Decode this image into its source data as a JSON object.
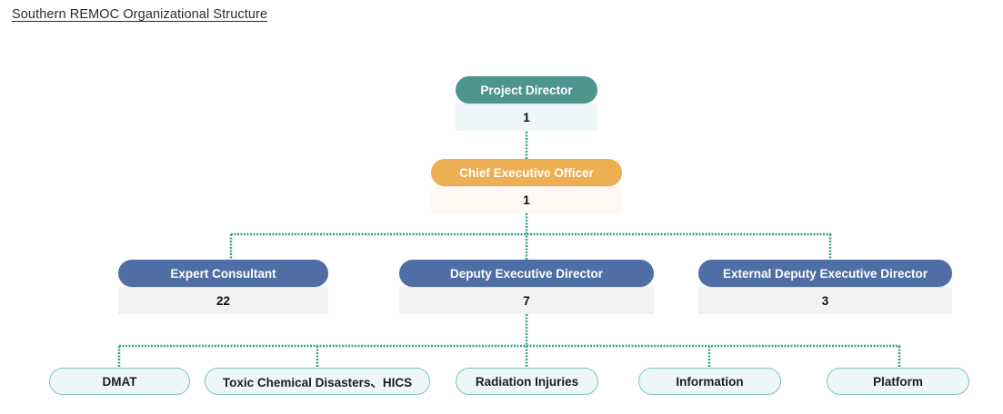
{
  "title": "Southern REMOC Organizational Structure",
  "colors": {
    "connector": "#3a9e8c",
    "project_director": "#4f958f",
    "chief_executive": "#eeae52",
    "level3": "#4f6ea5",
    "leaf_border": "#7fc3b7",
    "leaf_fill": "#edf7f7"
  },
  "org": {
    "project_director": {
      "title": "Project Director",
      "count": "1"
    },
    "chief_executive_officer": {
      "title": "Chief Executive Officer",
      "count": "1"
    },
    "level3": [
      {
        "title": "Expert Consultant",
        "count": "22"
      },
      {
        "title": "Deputy Executive Director",
        "count": "7"
      },
      {
        "title": "External Deputy Executive Director",
        "count": "3"
      }
    ],
    "deputy_units": [
      {
        "title": "DMAT"
      },
      {
        "title": "Toxic Chemical Disasters、HICS"
      },
      {
        "title": "Radiation Injuries"
      },
      {
        "title": "Information"
      },
      {
        "title": "Platform"
      }
    ]
  }
}
